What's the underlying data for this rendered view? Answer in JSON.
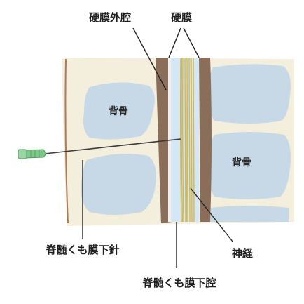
{
  "labels": {
    "epidural_space": "硬膜外腔",
    "dura": "硬膜",
    "vertebra": "背骨",
    "spinal_needle": "脊髄くも膜下針",
    "nerve": "神経",
    "subarachnoid_space": "脊髄くも膜下腔"
  },
  "colors": {
    "background_tissue": "#f4eedd",
    "bone": "#c7d8e6",
    "dura": "#8a6e5a",
    "csf": "#d3e8f4",
    "nerve_fibers": "#d9b84a",
    "needle": "#7cc98a",
    "line": "#222222"
  }
}
